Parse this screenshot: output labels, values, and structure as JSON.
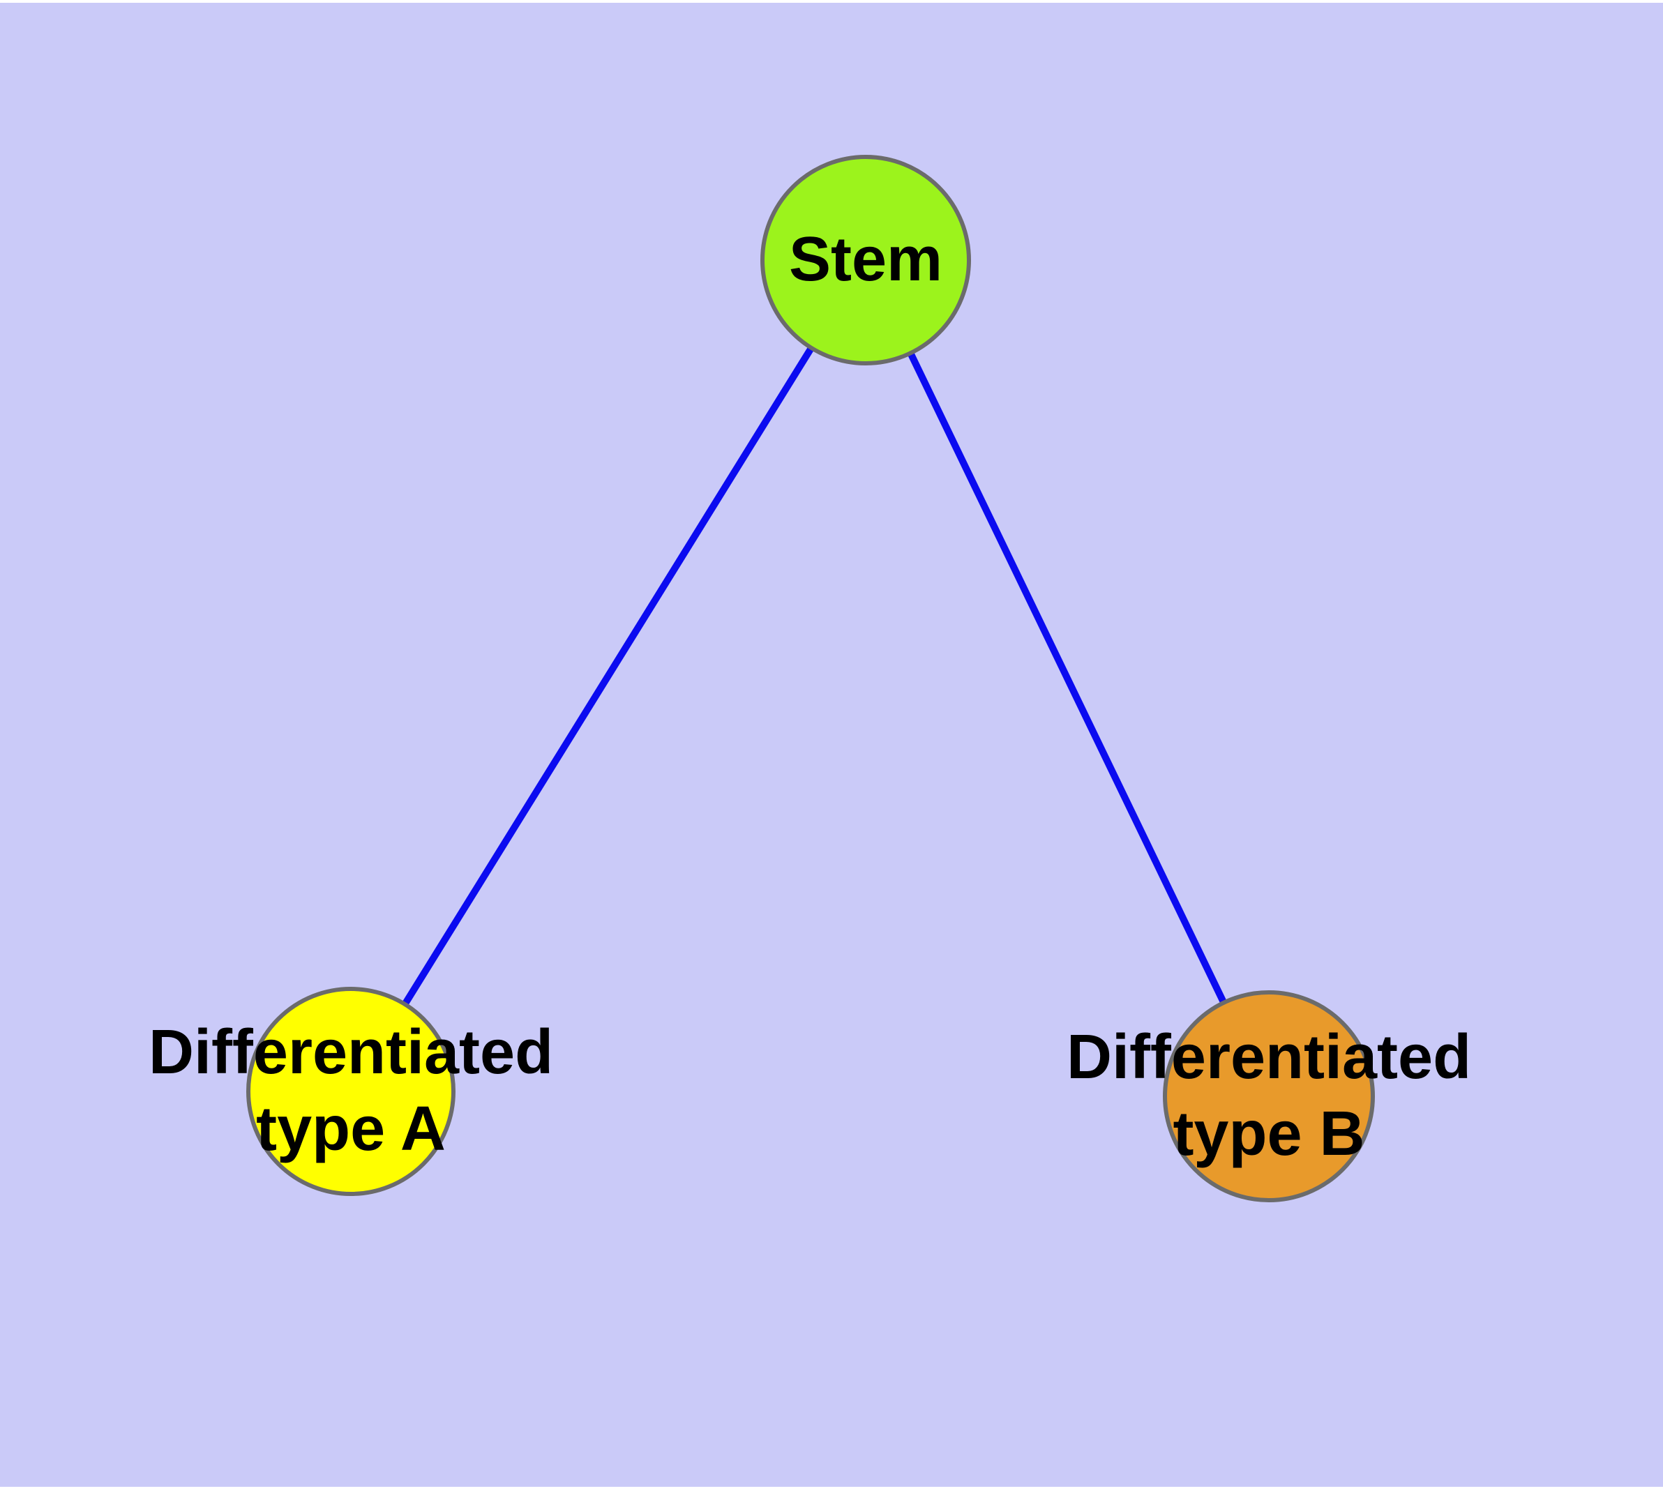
{
  "diagram": {
    "type": "node-link-graph",
    "background_color": "#CACAF8",
    "frame_color": "#FFFFFF",
    "edge_color": "#0B0BF0",
    "node_border_color": "#6B6B6B",
    "label_color": "#000000",
    "nodes": [
      {
        "id": "stem",
        "label_lines": [
          "Stem"
        ],
        "fill": "#9CF31C"
      },
      {
        "id": "differentiated-type-a",
        "label_lines": [
          "Differentiated",
          "type A"
        ],
        "fill": "#FFFF00"
      },
      {
        "id": "differentiated-type-b",
        "label_lines": [
          "Differentiated",
          "type B"
        ],
        "fill": "#E89A2B"
      }
    ],
    "edges": [
      {
        "from": "stem",
        "to": "differentiated-type-a"
      },
      {
        "from": "stem",
        "to": "differentiated-type-b"
      }
    ]
  }
}
